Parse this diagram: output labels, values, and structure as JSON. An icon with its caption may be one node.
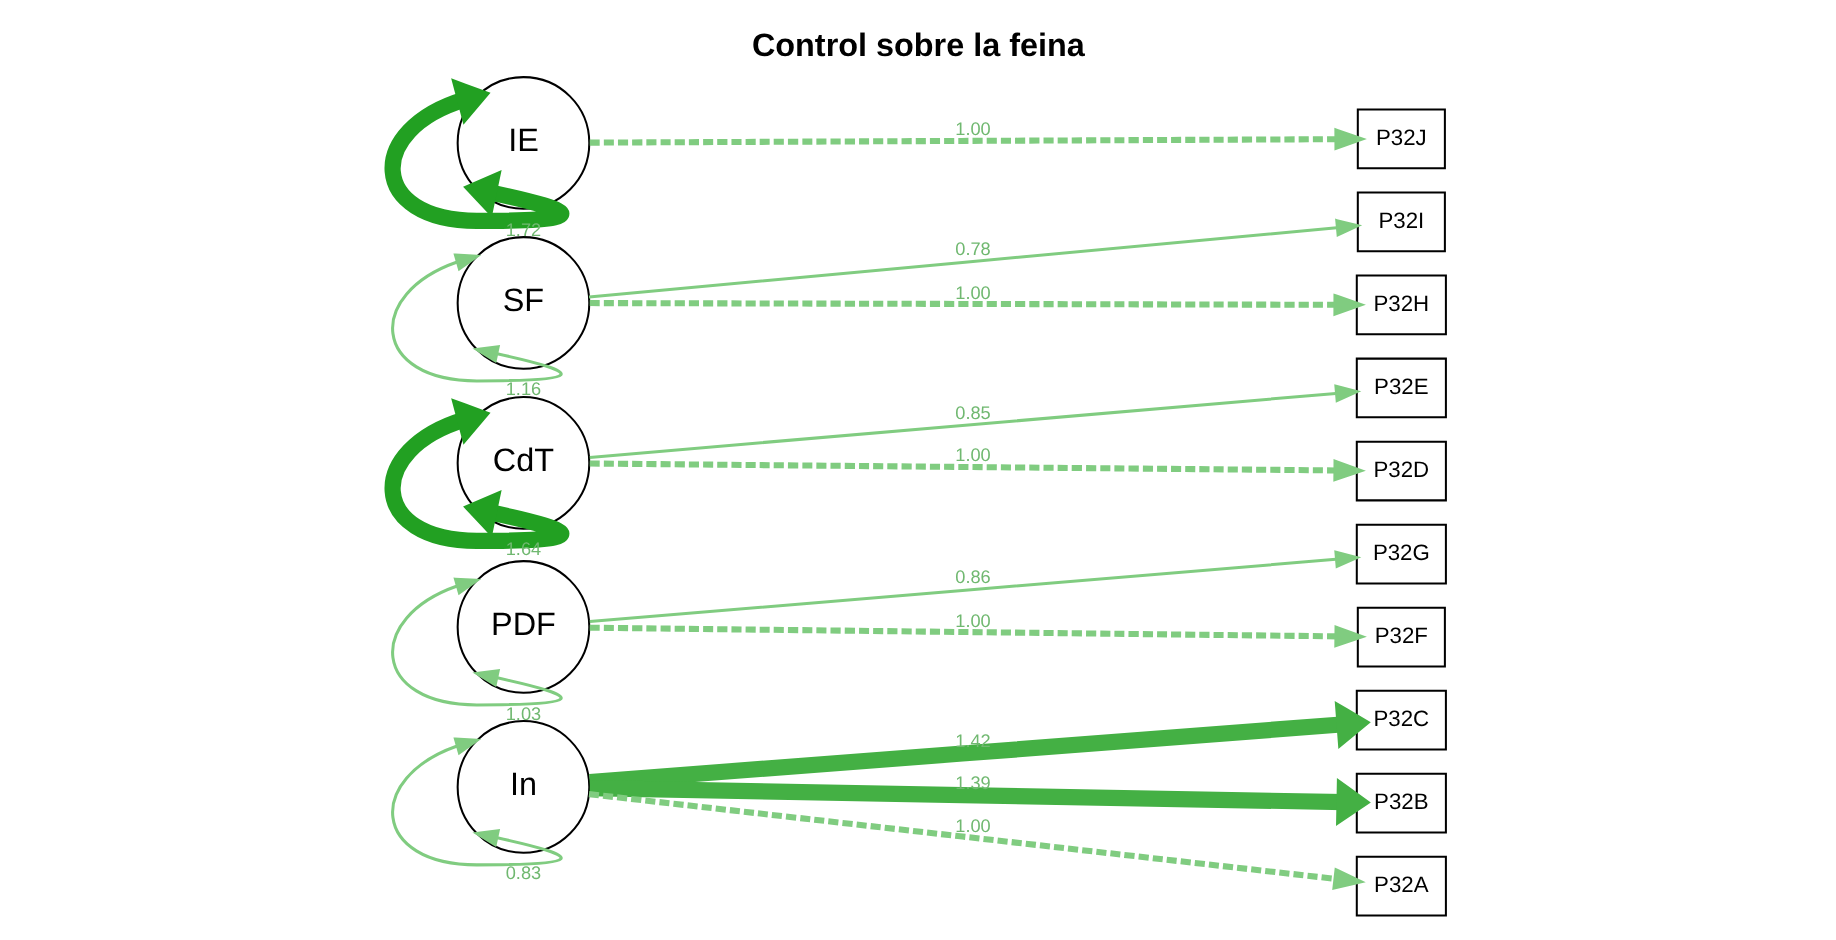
{
  "diagram": {
    "title": "Control sobre la feina",
    "nodes": [
      {
        "text": [
          "IE"
        ]
      },
      {
        "text": [
          "SF"
        ]
      },
      {
        "text": [
          "CdT"
        ]
      },
      {
        "text": [
          "PDF"
        ]
      },
      {
        "text": [
          "In"
        ]
      },
      {
        "text": [
          "P32J"
        ]
      },
      {
        "text": [
          "P32I"
        ]
      },
      {
        "text": [
          "P32H"
        ]
      },
      {
        "text": [
          "P32E"
        ]
      },
      {
        "text": [
          "P32D"
        ]
      },
      {
        "text": [
          "P32G"
        ]
      },
      {
        "text": [
          "P32F"
        ]
      },
      {
        "text": [
          "P32C"
        ]
      },
      {
        "text": [
          "P32B"
        ]
      },
      {
        "text": [
          "P32A"
        ]
      }
    ],
    "edges": [
      {
        "from": 0,
        "to": 5,
        "arrow": "to",
        "label": "1.00",
        "style": "dashed"
      },
      {
        "from": 1,
        "to": 6,
        "arrow": "to",
        "label": "0.78"
      },
      {
        "from": 1,
        "to": 7,
        "arrow": "to",
        "label": "1.00",
        "style": "dashed"
      },
      {
        "from": 2,
        "to": 8,
        "arrow": "to",
        "label": "0.85"
      },
      {
        "from": 2,
        "to": 9,
        "arrow": "to",
        "label": "1.00",
        "style": "dashed"
      },
      {
        "from": 3,
        "to": 10,
        "arrow": "to",
        "label": "0.86"
      },
      {
        "from": 3,
        "to": 11,
        "arrow": "to",
        "label": "1.00",
        "style": "dashed"
      },
      {
        "from": 4,
        "to": 12,
        "arrow": "to",
        "label": "1.42",
        "style": "thick",
        "color": "#44b044"
      },
      {
        "from": 4,
        "to": 13,
        "arrow": "to",
        "label": "1.39",
        "style": "thick",
        "color": "#44b044"
      },
      {
        "from": 4,
        "to": 14,
        "arrow": "to",
        "label": "1.00",
        "style": "dashed"
      },
      {
        "from": 0,
        "to": 0,
        "arrow": "both",
        "label": "1.72",
        "style": "thick",
        "color": "#22a022"
      },
      {
        "from": 1,
        "to": 1,
        "arrow": "both",
        "label": "1.16"
      },
      {
        "from": 2,
        "to": 2,
        "arrow": "both",
        "label": "1.64",
        "style": "thick",
        "color": "#22a022"
      },
      {
        "from": 3,
        "to": 3,
        "arrow": "both",
        "label": "1.03"
      },
      {
        "from": 4,
        "to": 4,
        "arrow": "both",
        "label": "0.83"
      }
    ]
  }
}
